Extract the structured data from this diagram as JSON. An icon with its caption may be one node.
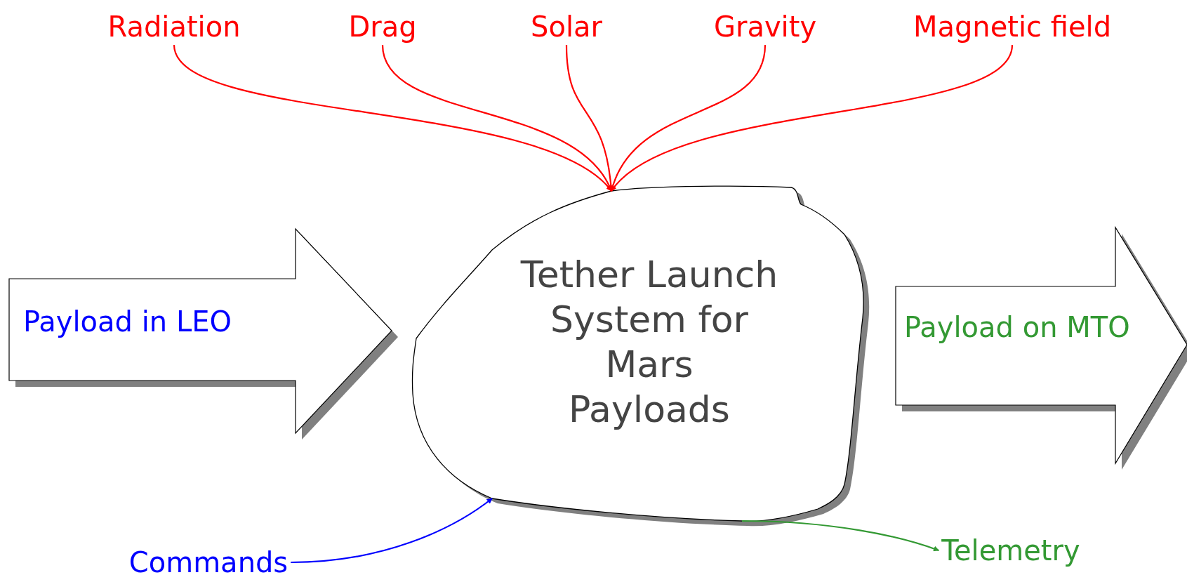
{
  "diagram": {
    "nodes": [
      {
        "text": [
          "Radiation"
        ]
      },
      {
        "text": [
          "Drag"
        ]
      },
      {
        "text": [
          "Solar"
        ]
      },
      {
        "text": [
          "Gravity"
        ]
      },
      {
        "text": [
          "Magnetic field"
        ]
      },
      {
        "text": [
          "Tether Launch System for Mars Payloads"
        ]
      },
      {
        "text": [
          "Payload in LEO"
        ]
      },
      {
        "text": [
          "Payload on MTO"
        ]
      },
      {
        "text": [
          "Commands"
        ]
      },
      {
        "text": [
          "Telemetry"
        ]
      }
    ],
    "edges": [
      {
        "from": 0,
        "to": 5,
        "arrow": "to",
        "color": "#ff0000"
      },
      {
        "from": 1,
        "to": 5,
        "arrow": "to",
        "color": "#ff0000"
      },
      {
        "from": 2,
        "to": 5,
        "arrow": "to",
        "color": "#ff0000"
      },
      {
        "from": 3,
        "to": 5,
        "arrow": "to",
        "color": "#ff0000"
      },
      {
        "from": 4,
        "to": 5,
        "arrow": "to",
        "color": "#ff0000"
      },
      {
        "from": 8,
        "to": 5,
        "arrow": "to",
        "color": "#0000ff"
      },
      {
        "from": 5,
        "to": 9,
        "arrow": "to",
        "color": "#339933"
      }
    ]
  }
}
